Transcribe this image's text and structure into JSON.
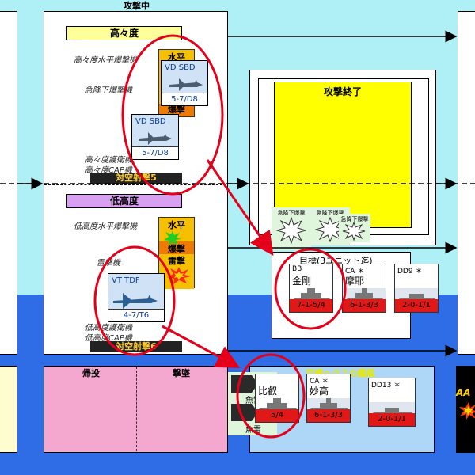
{
  "attack_panel": {
    "title": "攻撃中",
    "high_altitude": {
      "header": "高々度",
      "level_bomber_label": "高々度水平爆撃機",
      "dive_bomber_label": "急降下爆撃機",
      "escort_label": "高々度護衛機",
      "cap_label": "高々度CAP機",
      "aa_fire": "対空射撃5",
      "stack_top": "水平",
      "stack_bottom": "爆撃"
    },
    "low_altitude": {
      "header": "低高度",
      "level_bomber_label": "低高度水平爆撃機",
      "torpedo_label": "雷撃機",
      "escort_label": "低高度護衛機",
      "cap_label": "低高度CAP機",
      "aa_fire": "対空射撃6",
      "stack_top": "水平",
      "stack_mid": "爆撃",
      "stack_bottom": "雷撃"
    }
  },
  "aircraft": {
    "vd_sbd_1": {
      "type": "VD SBD",
      "code": "5-7/D8"
    },
    "vd_sbd_2": {
      "type": "VD SBD",
      "code": "5-7/D8"
    },
    "vt_tdf": {
      "type": "VT TDF",
      "code": "4-7/T6"
    }
  },
  "attack_end": {
    "title": "攻撃終了"
  },
  "burst_labels": [
    "急降下爆撃",
    "急降下爆撃",
    "急降下爆撃"
  ],
  "targets_box": {
    "title": "目標(3ユニット迄)"
  },
  "ships_top": [
    {
      "class": "BB",
      "name": "金剛",
      "strength": "7-1-5/4"
    },
    {
      "class": "CA ＊",
      "name": "摩耶",
      "strength": "6-1-3/3"
    },
    {
      "class": "DD9 ＊",
      "name": "",
      "strength": "2-0-1/1"
    }
  ],
  "ships_bottom": [
    {
      "class": "",
      "name": "比叡",
      "strength": "5/4"
    },
    {
      "class": "CA ＊",
      "name": "妙高",
      "strength": "6-1-3/3"
    },
    {
      "class": "DD13 ＊",
      "name": "",
      "strength": "2-0-1/1"
    }
  ],
  "chevron_labels": [
    "魚雷",
    "魚雷"
  ],
  "return_box": {
    "left": "帰投",
    "right": "撃墜"
  },
  "fleet_box": {
    "title": "目標ヘクスの艦艇"
  },
  "right_edge_tag": "AA",
  "colors": {
    "sky": "#aef0f6",
    "sea": "#2e6de6",
    "annotation_red": "#e4001a",
    "attack_end_yellow": "#ffff00"
  }
}
